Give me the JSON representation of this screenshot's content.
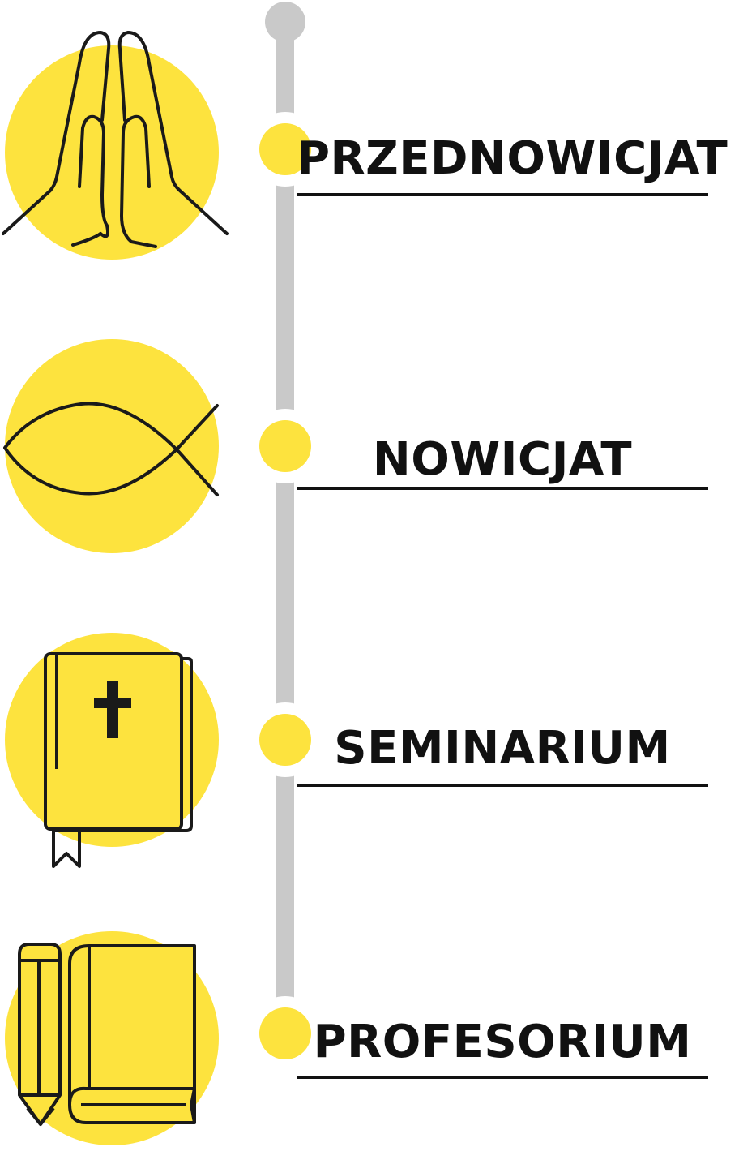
{
  "colors": {
    "accent": "#fde33e",
    "track": "#c9c9c9",
    "text": "#111111",
    "outline": "#1a1a1a"
  },
  "stages": [
    {
      "label": "PRZEDNOWICJAT",
      "icon": "praying-hands-icon"
    },
    {
      "label": "NOWICJAT",
      "icon": "ichthys-fish-icon"
    },
    {
      "label": "SEMINARIUM",
      "icon": "bible-cross-icon"
    },
    {
      "label": "PROFESORIUM",
      "icon": "pencil-book-icon"
    }
  ]
}
